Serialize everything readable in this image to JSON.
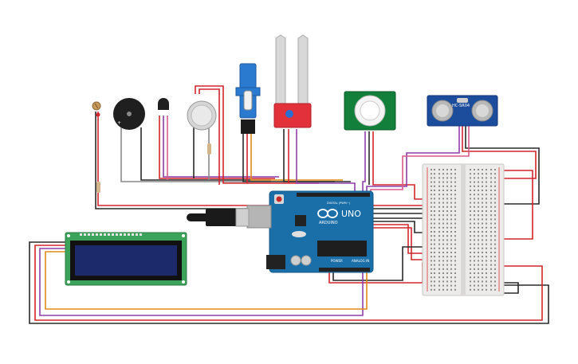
{
  "arduino": {
    "brand": "ARDUINO",
    "model": "UNO",
    "power_label": "POWER",
    "analog_label": "ANALOG IN",
    "digital_label": "DIGITAL (PWM~)",
    "board_color": "#1b6fa8"
  },
  "ultrasonic": {
    "label": "HC-SR04",
    "color": "#1c4c9c"
  },
  "pir": {
    "color": "#12803a"
  },
  "soil_sensor": {
    "color": "#e2313a"
  },
  "lcd": {
    "pcb_color": "#3ba35a",
    "screen_color": "#1c2a6b"
  },
  "breadboard": {
    "color": "#ecebea"
  },
  "wire_colors": {
    "red": "#d3252e",
    "black": "#2a2a2a",
    "purple": "#8e3fa8",
    "orange": "#e08a1a",
    "pink": "#d95a8a",
    "gray": "#8a8a8a"
  }
}
